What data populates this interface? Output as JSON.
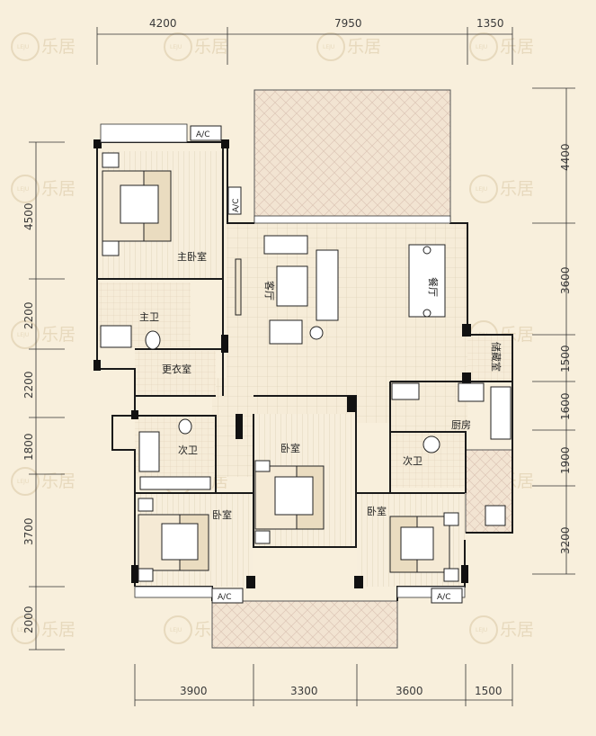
{
  "dimensions": {
    "top": [
      "4200",
      "7950",
      "1350"
    ],
    "bottom": [
      "3900",
      "3300",
      "3600",
      "1500"
    ],
    "left": [
      "4500",
      "2200",
      "2200",
      "1800",
      "3700",
      "2000"
    ],
    "right": [
      "4400",
      "3600",
      "1500",
      "1600",
      "1900",
      "3200"
    ]
  },
  "rooms": {
    "master_bedroom": "主卧室",
    "master_bath": "主卫",
    "dressing_room": "更衣室",
    "second_bath_left": "次卫",
    "bedroom_left": "卧室",
    "bedroom_center": "卧室",
    "bedroom_right": "卧室",
    "living_room": "客厅",
    "dining_room": "餐厅",
    "storage_room": "储藏室",
    "kitchen": "厨房",
    "second_bath_right": "次卫"
  },
  "ac_label": "A/C",
  "watermark": {
    "text": "乐居",
    "logo": "LEJU",
    "sub": "LEJU.COM"
  }
}
